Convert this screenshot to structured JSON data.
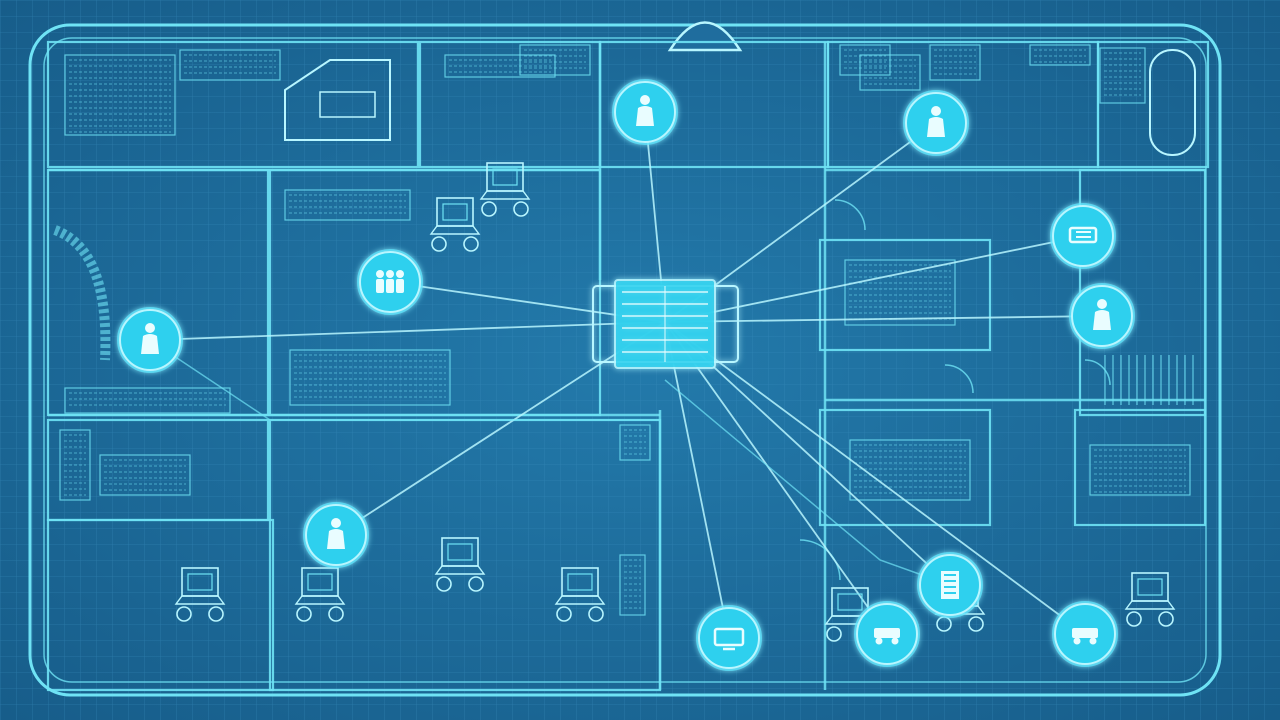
{
  "diagram": {
    "colors": {
      "background": "#1d6fa1",
      "background_dark": "#175d8a",
      "grid": "#3a8dbf",
      "line": "#6fe3f5",
      "line_bright": "#b8f6ff",
      "node_fill": "#2fd0ee",
      "node_glow": "#5ce8ff"
    },
    "hub": {
      "name": "central-hub",
      "icon": "server-rack-icon"
    },
    "nodes": [
      {
        "name": "node-top-center",
        "icon": "person-icon"
      },
      {
        "name": "node-top-right",
        "icon": "person-icon"
      },
      {
        "name": "node-mid-left",
        "icon": "group-icon"
      },
      {
        "name": "node-left",
        "icon": "person-icon"
      },
      {
        "name": "node-right-upper",
        "icon": "bed-icon"
      },
      {
        "name": "node-right-lower",
        "icon": "person-icon"
      },
      {
        "name": "node-bottom-left",
        "icon": "person-icon"
      },
      {
        "name": "node-bottom-center",
        "icon": "monitor-icon"
      },
      {
        "name": "node-bottom-right-a",
        "icon": "building-icon"
      },
      {
        "name": "node-bottom-right-b",
        "icon": "vehicle-icon"
      },
      {
        "name": "node-bottom-right-c",
        "icon": "vehicle-icon"
      }
    ],
    "rooms": [
      "room-top-left",
      "room-top-center-left",
      "room-top-center",
      "room-top-right",
      "room-top-far-right",
      "room-mid-left",
      "room-mid-center",
      "room-mid-right",
      "room-mid-far-right",
      "room-bottom-left",
      "room-bottom-center-left",
      "room-bottom-center",
      "room-bottom-right",
      "room-bottom-far-right"
    ],
    "equipment": [
      "wheelchair-icon",
      "wheelchair-icon",
      "wheelchair-icon",
      "wheelchair-icon",
      "wheelchair-icon",
      "wheelchair-icon",
      "wheelchair-icon",
      "wheelchair-icon",
      "wheelchair-icon"
    ]
  }
}
